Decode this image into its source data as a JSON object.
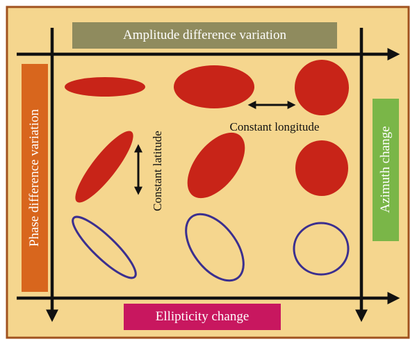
{
  "labels": {
    "top": "Amplitude difference variation",
    "bottom": "Ellipticity change",
    "left": "Phase difference variation",
    "right": "Azimuth change",
    "constant_latitude": "Constant latitude",
    "constant_longitude": "Constant longitude"
  },
  "colors": {
    "background": "#f5d68e",
    "frame": "#a0521e",
    "axis": "#111111",
    "top_box": "#8f8b5e",
    "bottom_box": "#c8175f",
    "left_box": "#d8661d",
    "right_box": "#7ab648",
    "filled_ellipse": "#c82418",
    "outline_ellipse": "#3b2f8f"
  }
}
